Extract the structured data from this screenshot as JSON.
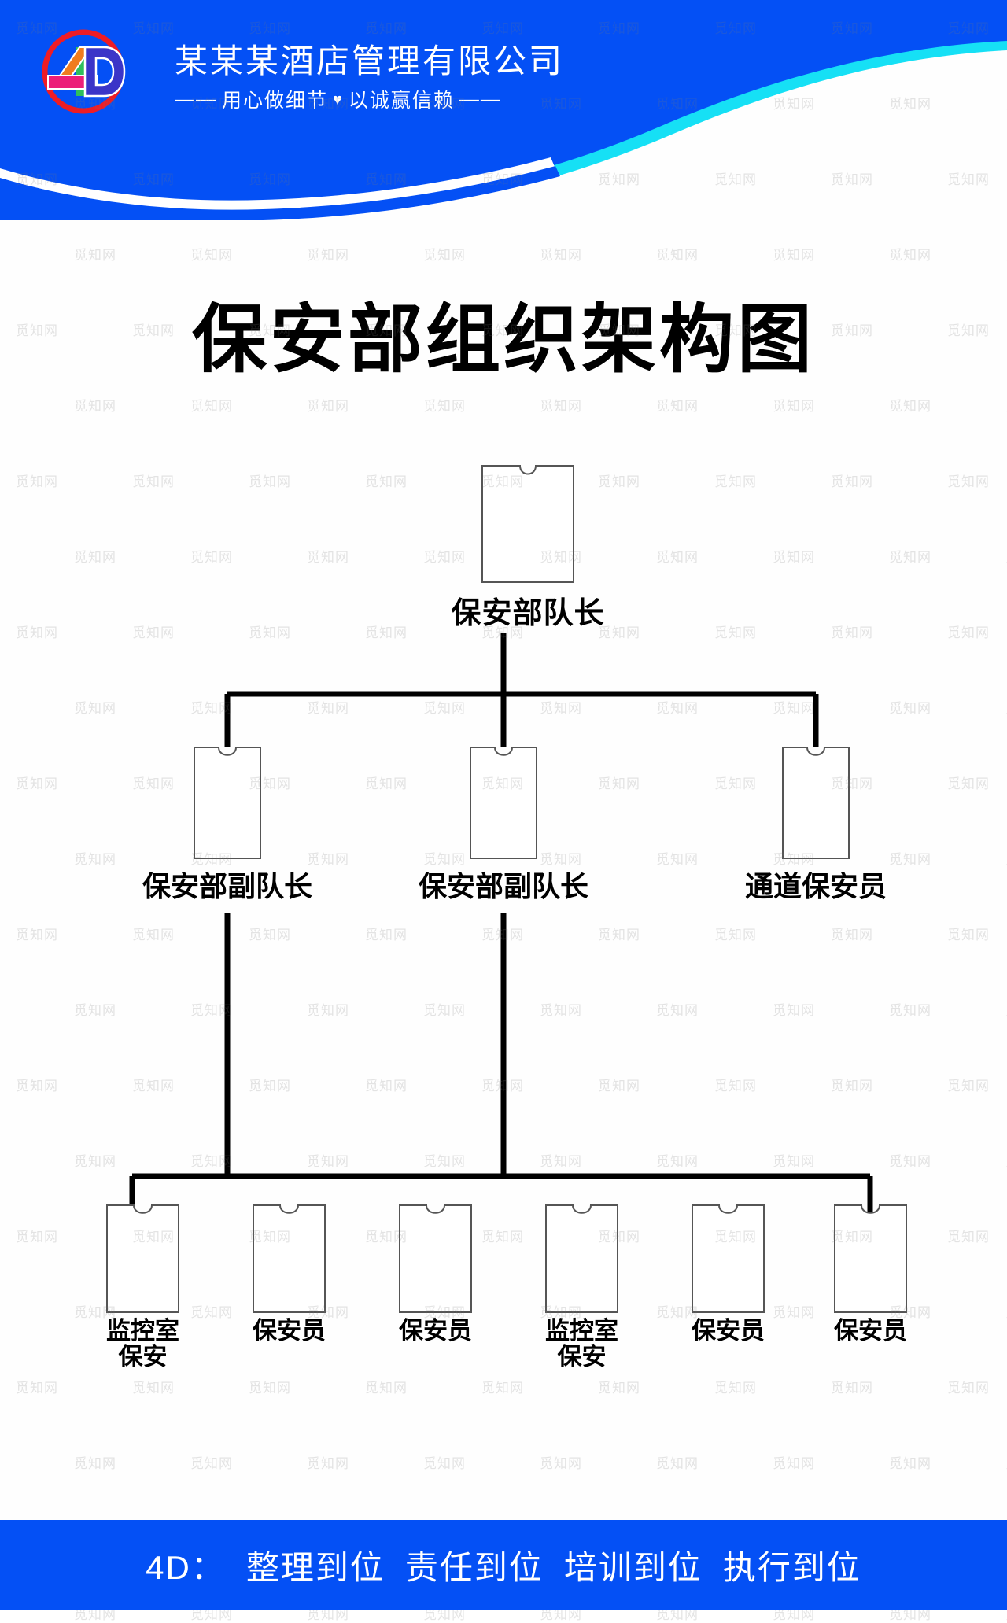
{
  "header": {
    "company_name": "某某某酒店管理有限公司",
    "slogan_prefix": "——",
    "slogan_left": "用心做细节",
    "slogan_heart": "♥",
    "slogan_right": "以诚赢信赖",
    "slogan_suffix": "——",
    "logo_text": "4D",
    "brand_blue": "#0450F5",
    "accent_cyan": "#16E0F5",
    "logo_ring_red": "#EE1C25",
    "logo_d_purple": "#3B35C8",
    "logo_4_orange": "#F07C1E",
    "logo_4_green": "#2FBF5C",
    "logo_4_pink": "#EC1E79"
  },
  "title": "保安部组织架构图",
  "chart_data": {
    "type": "org-chart",
    "title": "保安部组织架构图",
    "levels": [
      {
        "level": 1,
        "nodes": [
          {
            "id": "n1",
            "label": "保安部队长"
          }
        ]
      },
      {
        "level": 2,
        "nodes": [
          {
            "id": "n2",
            "label": "保安部副队长"
          },
          {
            "id": "n3",
            "label": "保安部副队长"
          },
          {
            "id": "n4",
            "label": "通道保安员"
          }
        ]
      },
      {
        "level": 3,
        "nodes": [
          {
            "id": "n5",
            "label_line1": "监控室",
            "label_line2": "保安"
          },
          {
            "id": "n6",
            "label_line1": "保安员",
            "label_line2": ""
          },
          {
            "id": "n7",
            "label_line1": "保安员",
            "label_line2": ""
          },
          {
            "id": "n8",
            "label_line1": "监控室",
            "label_line2": "保安"
          },
          {
            "id": "n9",
            "label_line1": "保安员",
            "label_line2": ""
          },
          {
            "id": "n10",
            "label_line1": "保安员",
            "label_line2": ""
          }
        ]
      }
    ],
    "edges": [
      {
        "from": "n1",
        "to": "n2"
      },
      {
        "from": "n1",
        "to": "n3"
      },
      {
        "from": "n1",
        "to": "n4"
      },
      {
        "from": "n2",
        "to": "n5"
      },
      {
        "from": "n3",
        "to": "n10"
      }
    ],
    "line_color": "#000000",
    "box_stroke": "#555555",
    "box_fill": "#ffffff"
  },
  "footer": {
    "prefix": "4D：",
    "items": [
      "整理到位",
      "责任到位",
      "培训到位",
      "执行到位"
    ],
    "full_text": "4D：整理到位 责任到位 培训到位 执行到位",
    "background": "#0450F5"
  },
  "watermark": {
    "text": "觅知网"
  }
}
